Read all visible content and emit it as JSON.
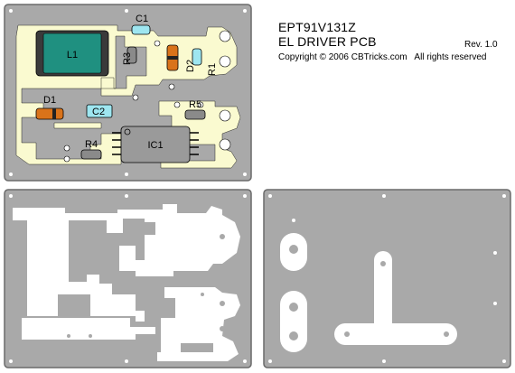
{
  "title": {
    "part_number": "EPT91V131Z",
    "board_name": "EL DRIVER PCB",
    "revision": "Rev. 1.0",
    "copyright": "Copyright © 2006 CBTricks.com",
    "rights": "All rights reserved"
  },
  "components": {
    "L1": "L1",
    "C1": "C1",
    "C2": "C2",
    "R1": "R1",
    "R3": "R3",
    "R4": "R4",
    "R5": "R5",
    "D1": "D1",
    "D2": "D2",
    "IC1": "IC1"
  },
  "colors": {
    "board_gray": "#a9a9a9",
    "silk_yellow": "#fafad0",
    "copper_white": "#ffffff",
    "inductor_teal": "#1f9080",
    "panel_border": "#6a6a6a"
  }
}
